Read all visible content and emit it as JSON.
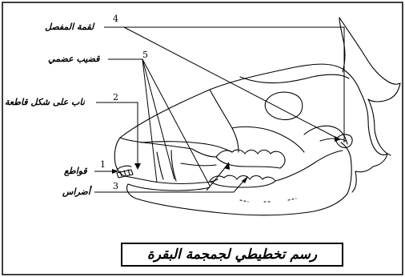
{
  "labels": {
    "condyle": "لقمة المفصل",
    "bony_rod": "قضيب عضمي",
    "canine": "ناب على شكل قاطعة",
    "incisors": "قواطع",
    "molars": "أضراس"
  },
  "numbers": {
    "n1": "1",
    "n2": "2",
    "n3": "3",
    "n4": "4",
    "n5": "5"
  },
  "caption": "رسم تخطيطي لجمجمة البقرة"
}
